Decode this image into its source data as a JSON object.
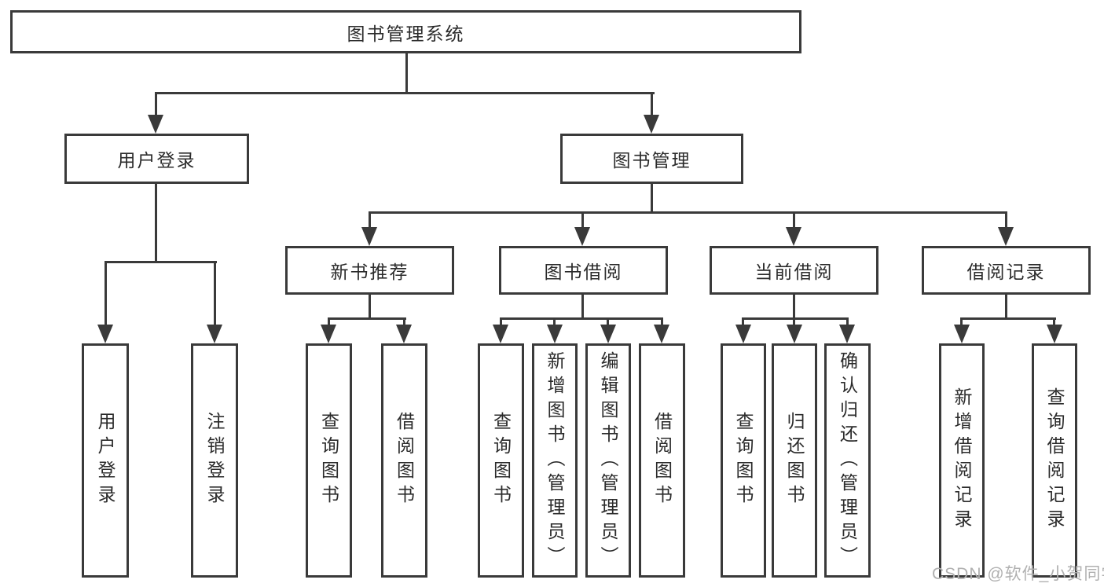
{
  "diagram": {
    "title": "图书管理系统",
    "level2": {
      "user_login": "用户登录",
      "book_management": "图书管理"
    },
    "level3": {
      "new_book_recommend": "新书推荐",
      "book_borrowing": "图书借阅",
      "current_borrowing": "当前借阅",
      "borrowing_records": "借阅记录"
    },
    "leaves": {
      "user_login": [
        "用户登录",
        "注销登录"
      ],
      "new_book_recommend": [
        "查询图书",
        "借阅图书"
      ],
      "book_borrowing": [
        "查询图书",
        "新增图书（管理员）",
        "编辑图书（管理员）",
        "借阅图书"
      ],
      "current_borrowing": [
        "查询图书",
        "归还图书",
        "确认归还（管理员）"
      ],
      "borrowing_records": [
        "新增借阅记录",
        "查询借阅记录"
      ]
    }
  },
  "watermark": "CSDN @软件_小贺同学",
  "colors": {
    "line": "#3a3a3a",
    "text": "#2b2b2b",
    "watermark": "#b0b0b0",
    "background": "#ffffff"
  }
}
